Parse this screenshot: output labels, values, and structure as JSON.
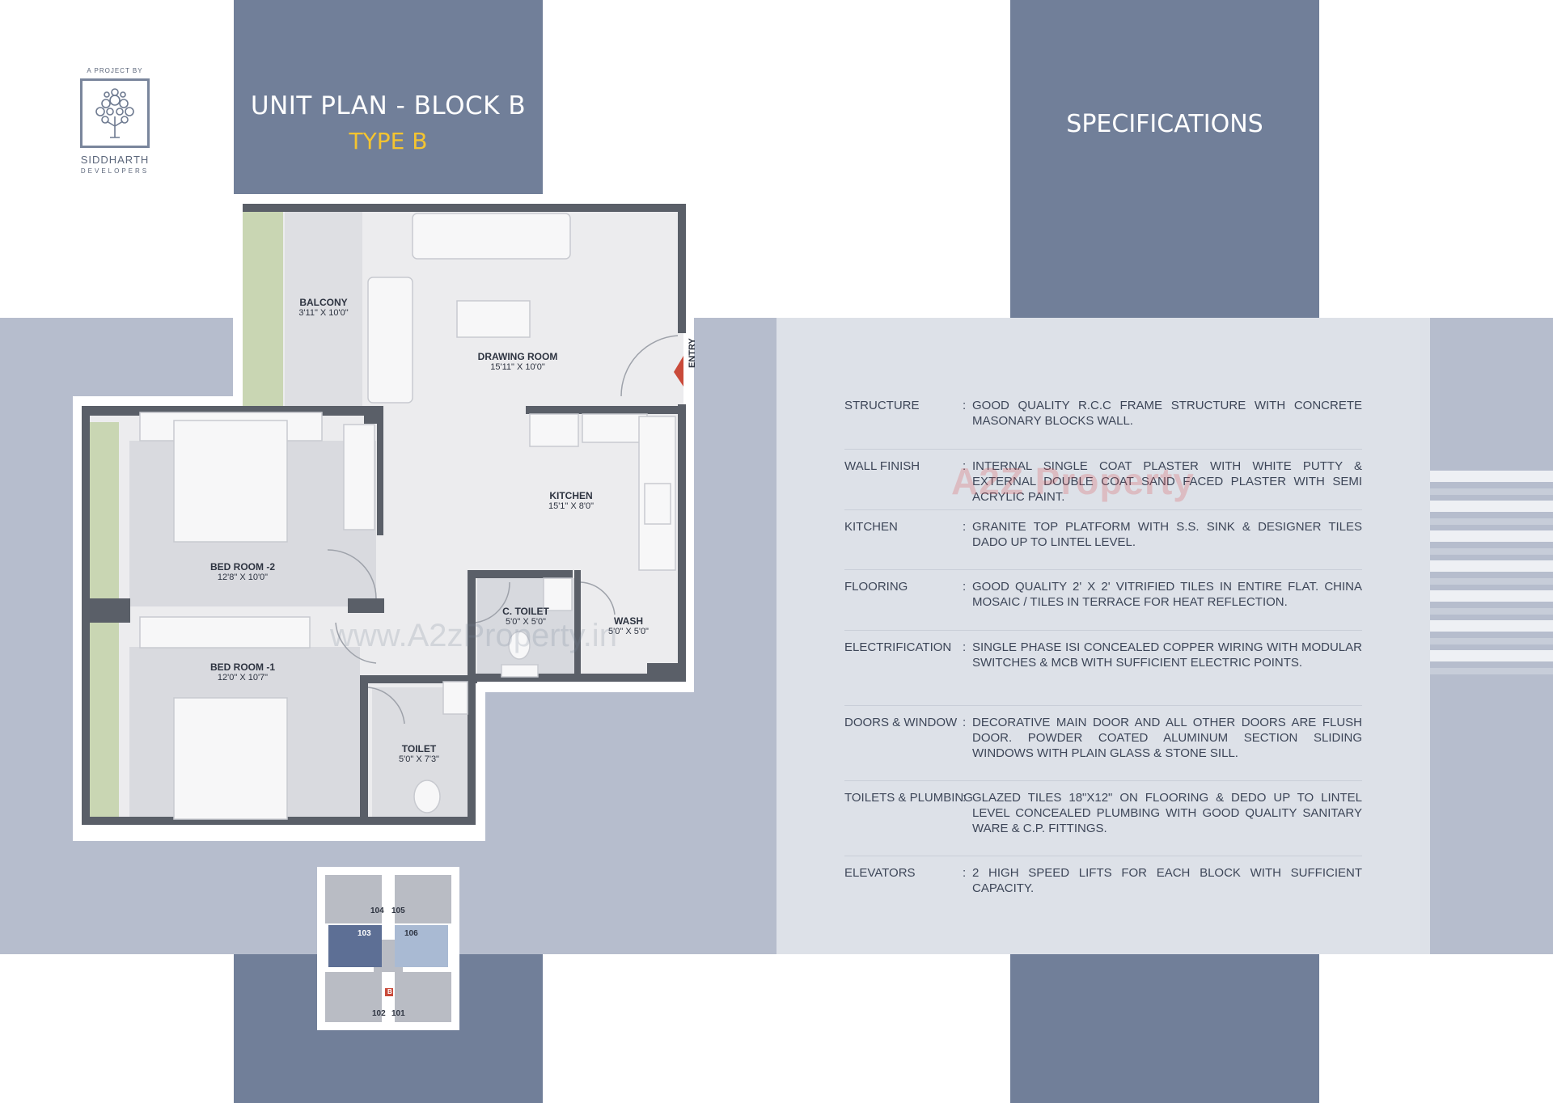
{
  "brand": {
    "tagline": "A PROJECT BY",
    "name": "SIDDHARTH",
    "sub": "DEVELOPERS"
  },
  "plan": {
    "title": "UNIT PLAN - BLOCK B",
    "subtitle": "TYPE B",
    "entry_label": "ENTRY",
    "rooms": [
      {
        "name": "BALCONY",
        "dims": "3'11\" X 10'0\""
      },
      {
        "name": "DRAWING ROOM",
        "dims": "15'11\" X 10'0\""
      },
      {
        "name": "KITCHEN",
        "dims": "15'1\" X 8'0\""
      },
      {
        "name": "BED ROOM -2",
        "dims": "12'8\" X 10'0\""
      },
      {
        "name": "C. TOILET",
        "dims": "5'0\" X 5'0\""
      },
      {
        "name": "WASH",
        "dims": "5'0\" X 5'0\""
      },
      {
        "name": "BED ROOM -1",
        "dims": "12'0\" X 10'7\""
      },
      {
        "name": "TOILET",
        "dims": "5'0\" X 7'3\""
      }
    ]
  },
  "key_plan": {
    "units": [
      "104",
      "105",
      "103",
      "106",
      "B",
      "102",
      "101"
    ]
  },
  "specifications": {
    "title": "SPECIFICATIONS",
    "items": [
      {
        "label": "STRUCTURE",
        "value": "GOOD QUALITY R.C.C FRAME STRUCTURE WITH CONCRETE MASONARY BLOCKS WALL."
      },
      {
        "label": "WALL FINISH",
        "value": "INTERNAL SINGLE COAT PLASTER WITH WHITE PUTTY & EXTERNAL DOUBLE COAT SAND FACED PLASTER WITH SEMI ACRYLIC PAINT."
      },
      {
        "label": "KITCHEN",
        "value": "GRANITE TOP PLATFORM WITH S.S. SINK & DESIGNER TILES DADO UP TO LINTEL LEVEL."
      },
      {
        "label": "FLOORING",
        "value": "GOOD QUALITY 2' X 2' VITRIFIED TILES IN ENTIRE FLAT. CHINA MOSAIC / TILES IN TERRACE FOR HEAT REFLECTION."
      },
      {
        "label": "ELECTRIFICATION",
        "value": "SINGLE PHASE ISI CONCEALED COPPER WIRING WITH MODULAR SWITCHES & MCB WITH SUFFICIENT ELECTRIC POINTS."
      },
      {
        "label": "DOORS & WINDOW",
        "value": "DECORATIVE MAIN DOOR AND ALL OTHER DOORS ARE FLUSH DOOR. POWDER COATED ALUMINUM SECTION SLIDING WINDOWS WITH PLAIN GLASS & STONE SILL."
      },
      {
        "label": "TOILETS & PLUMBING",
        "value": "GLAZED TILES 18\"X12\" ON FLOORING & DEDO UP TO LINTEL LEVEL CONCEALED PLUMBING WITH GOOD QUALITY SANITARY WARE & C.P. FITTINGS."
      },
      {
        "label": "ELEVATORS",
        "value": "2 HIGH SPEED LIFTS FOR EACH BLOCK WITH SUFFICIENT CAPACITY."
      }
    ]
  },
  "watermarks": {
    "brand": "A2Z Property",
    "url": "www.A2zProperty.in"
  },
  "colors": {
    "column": "#717f99",
    "band": "#b6bdcd",
    "panel": "#dde1e8",
    "accent": "#f4c430",
    "wall": "#5a5f68",
    "balcony_green": "#c9d6b3"
  }
}
